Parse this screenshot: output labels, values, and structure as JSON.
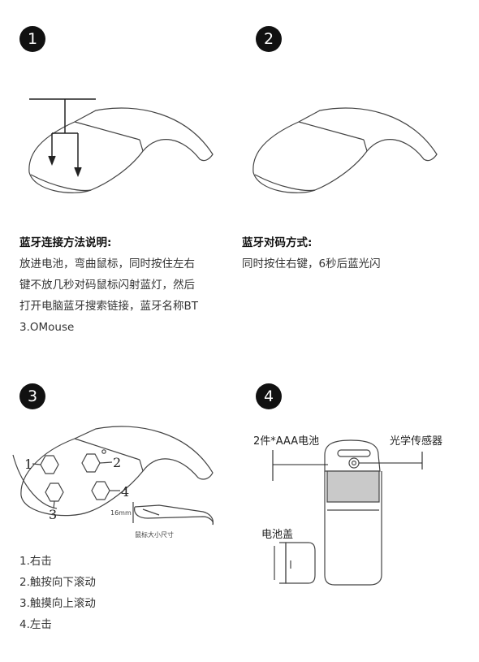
{
  "steps": [
    {
      "number": "1",
      "heading": "蓝牙连接方法说明:",
      "lines": [
        "放进电池，弯曲鼠标，同时按住左右",
        "键不放几秒对码鼠标闪射蓝灯，然后",
        "打开电脑蓝牙搜索链接，蓝牙名称BT",
        "3.OMouse"
      ]
    },
    {
      "number": "2",
      "heading": "蓝牙对码方式:",
      "lines": [
        "同时按住右键，6秒后蓝光闪"
      ]
    },
    {
      "number": "3",
      "zones": [
        "1",
        "2",
        "3",
        "4"
      ],
      "dimension": "16mm",
      "caption": "鼠标大小尺寸",
      "lines": [
        "1.右击",
        "2.触按向下滚动",
        "3.触摸向上滚动",
        "4.左击"
      ]
    },
    {
      "number": "4",
      "battery_label": "2件*AAA电池",
      "sensor_label": "光学传感器",
      "cover_label": "电池盖"
    }
  ]
}
